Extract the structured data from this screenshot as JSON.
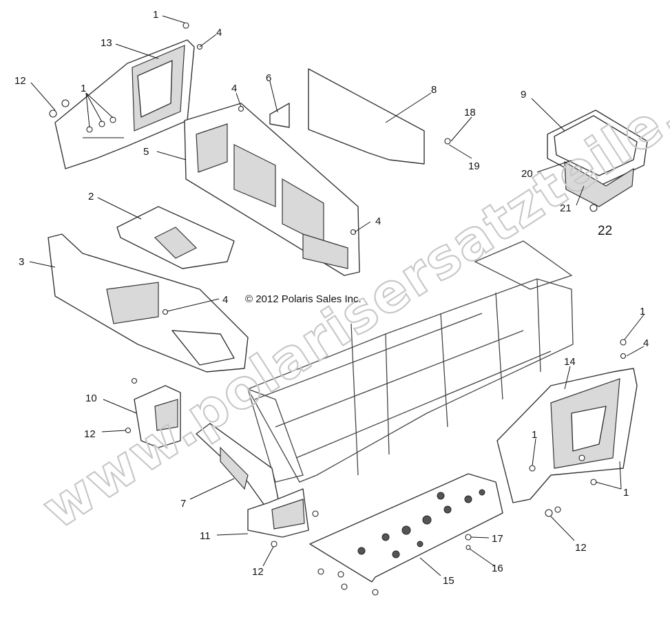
{
  "copyright": "© 2012 Polaris Sales Inc.",
  "watermark": "www.polarisersatzteile.de",
  "callouts": [
    {
      "id": "c1a",
      "label": "1"
    },
    {
      "id": "c4a",
      "label": "4"
    },
    {
      "id": "c13",
      "label": "13"
    },
    {
      "id": "c12a",
      "label": "12"
    },
    {
      "id": "c1b",
      "label": "1"
    },
    {
      "id": "c6",
      "label": "6"
    },
    {
      "id": "c4b",
      "label": "4"
    },
    {
      "id": "c8",
      "label": "8"
    },
    {
      "id": "c18",
      "label": "18"
    },
    {
      "id": "c19",
      "label": "19"
    },
    {
      "id": "c9",
      "label": "9"
    },
    {
      "id": "c20",
      "label": "20"
    },
    {
      "id": "c21",
      "label": "21"
    },
    {
      "id": "c22",
      "label": "22"
    },
    {
      "id": "c5",
      "label": "5"
    },
    {
      "id": "c2",
      "label": "2"
    },
    {
      "id": "c4c",
      "label": "4"
    },
    {
      "id": "c3",
      "label": "3"
    },
    {
      "id": "c4d",
      "label": "4"
    },
    {
      "id": "c1c",
      "label": "1"
    },
    {
      "id": "c4e",
      "label": "4"
    },
    {
      "id": "c14",
      "label": "14"
    },
    {
      "id": "c10",
      "label": "10"
    },
    {
      "id": "c12b",
      "label": "12"
    },
    {
      "id": "c1d",
      "label": "1"
    },
    {
      "id": "c1e",
      "label": "1"
    },
    {
      "id": "c7",
      "label": "7"
    },
    {
      "id": "c12c",
      "label": "12"
    },
    {
      "id": "c11",
      "label": "11"
    },
    {
      "id": "c17",
      "label": "17"
    },
    {
      "id": "c16",
      "label": "16"
    },
    {
      "id": "c12d",
      "label": "12"
    },
    {
      "id": "c15",
      "label": "15"
    }
  ]
}
